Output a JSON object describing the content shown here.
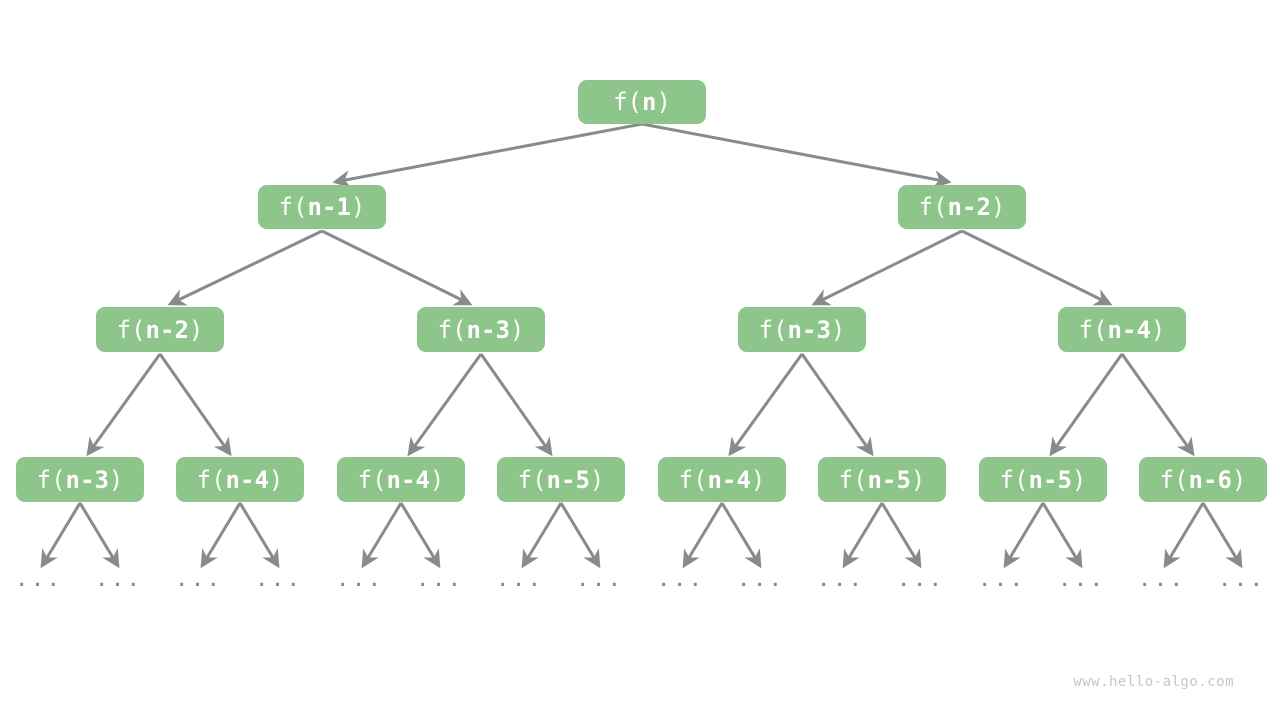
{
  "colors": {
    "node_bg": "#8ec58b",
    "node_text": "#ffffff",
    "edge": "#8a8a8a",
    "ellipsis": "#8a8a8a",
    "watermark": "#c6c6c6",
    "background": "#ffffff"
  },
  "ellipsis": "...",
  "watermark": "www.hello-algo.com",
  "tree": {
    "levels": [
      {
        "nodes": [
          {
            "pre": "f(",
            "arg": "n",
            "post": ")"
          }
        ]
      },
      {
        "nodes": [
          {
            "pre": "f(",
            "arg": "n-1",
            "post": ")"
          },
          {
            "pre": "f(",
            "arg": "n-2",
            "post": ")"
          }
        ]
      },
      {
        "nodes": [
          {
            "pre": "f(",
            "arg": "n-2",
            "post": ")"
          },
          {
            "pre": "f(",
            "arg": "n-3",
            "post": ")"
          },
          {
            "pre": "f(",
            "arg": "n-3",
            "post": ")"
          },
          {
            "pre": "f(",
            "arg": "n-4",
            "post": ")"
          }
        ]
      },
      {
        "nodes": [
          {
            "pre": "f(",
            "arg": "n-3",
            "post": ")"
          },
          {
            "pre": "f(",
            "arg": "n-4",
            "post": ")"
          },
          {
            "pre": "f(",
            "arg": "n-4",
            "post": ")"
          },
          {
            "pre": "f(",
            "arg": "n-5",
            "post": ")"
          },
          {
            "pre": "f(",
            "arg": "n-4",
            "post": ")"
          },
          {
            "pre": "f(",
            "arg": "n-5",
            "post": ")"
          },
          {
            "pre": "f(",
            "arg": "n-5",
            "post": ")"
          },
          {
            "pre": "f(",
            "arg": "n-6",
            "post": ")"
          }
        ]
      }
    ]
  }
}
